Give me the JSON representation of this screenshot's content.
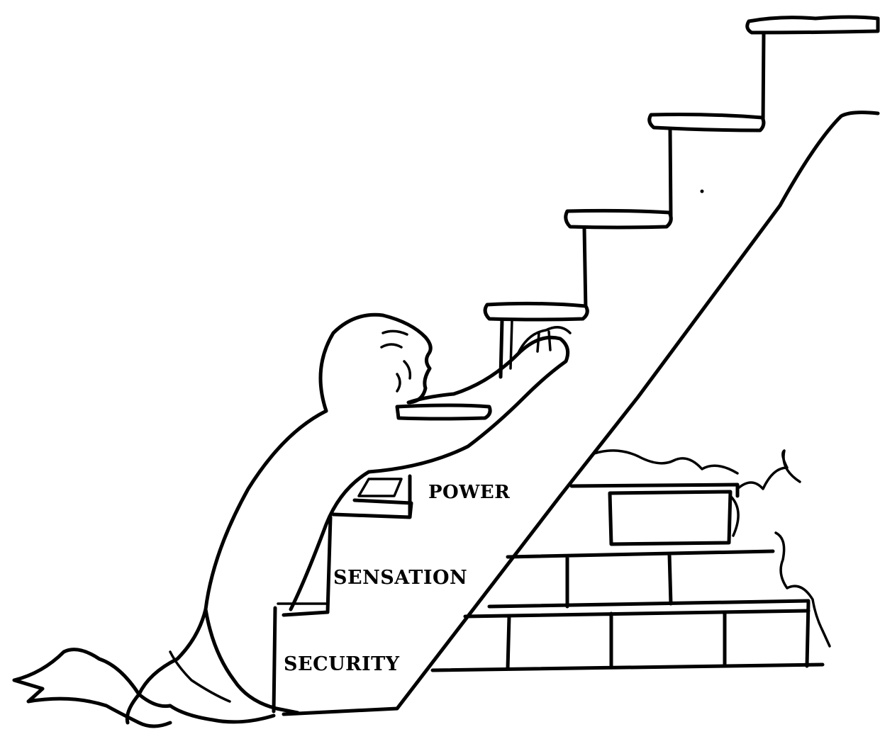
{
  "diagram": {
    "steps": [
      {
        "label": "POWER"
      },
      {
        "label": "SENSATION"
      },
      {
        "label": "SECURITY"
      }
    ],
    "ink_color": "#000000",
    "background": "#ffffff"
  }
}
